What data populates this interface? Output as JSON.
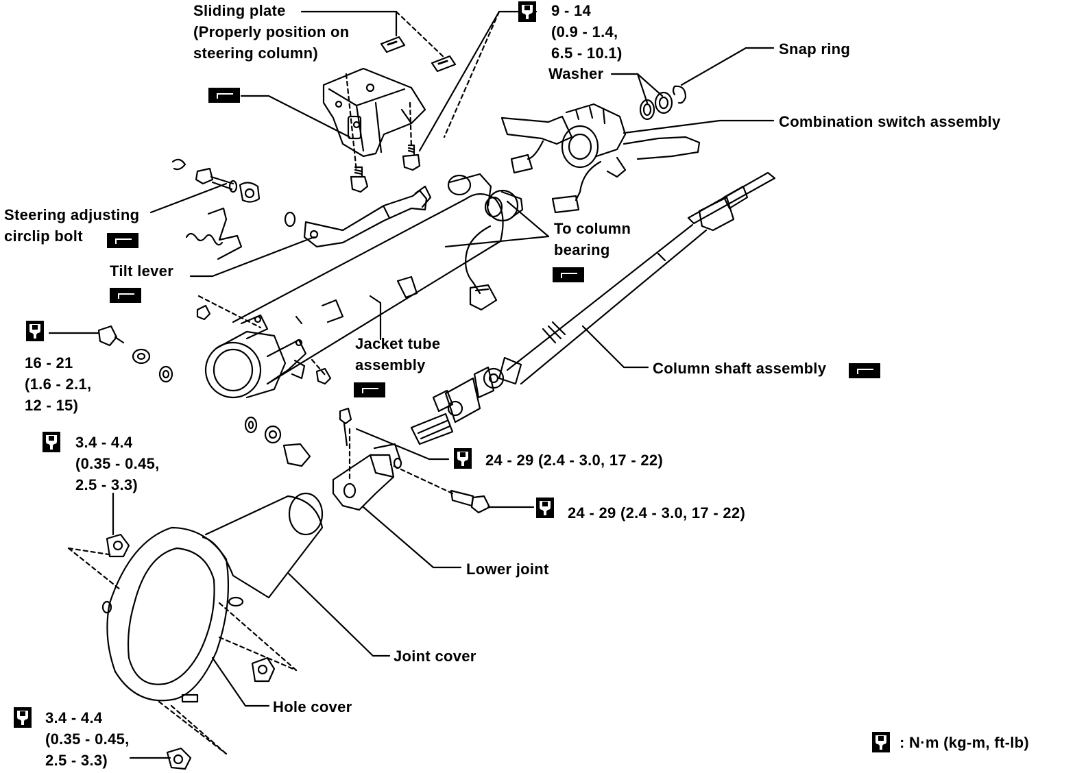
{
  "labels": {
    "sliding_plate": [
      "Sliding plate",
      "(Properly position on",
      "steering column)"
    ],
    "torque_top": [
      "9 - 14",
      "(0.9 - 1.4,",
      "6.5 - 10.1)"
    ],
    "snap_ring": "Snap ring",
    "washer": "Washer",
    "combination_switch": "Combination switch assembly",
    "steering_adjusting": [
      "Steering adjusting",
      "circlip bolt"
    ],
    "tilt_lever": "Tilt lever",
    "to_column_bearing": [
      "To column",
      "bearing"
    ],
    "jacket_tube": [
      "Jacket tube",
      "assembly"
    ],
    "torque_left": [
      "16 - 21",
      "(1.6 - 2.1,",
      "12 - 15)"
    ],
    "column_shaft": "Column shaft assembly",
    "torque_mid_left": [
      "3.4 - 4.4",
      "(0.35 - 0.45,",
      "2.5 - 3.3)"
    ],
    "torque_joint_upper": "24 - 29  (2.4 - 3.0, 17 - 22)",
    "torque_joint_lower": "24 - 29  (2.4 - 3.0, 17 - 22)",
    "lower_joint": "Lower joint",
    "joint_cover": "Joint cover",
    "hole_cover": "Hole cover",
    "torque_bottom_left": [
      "3.4 - 4.4",
      "(0.35 - 0.45,",
      "2.5 - 3.3)"
    ],
    "legend_unit": ":  N·m (kg-m, ft-lb)"
  },
  "icons": [
    "torque-wrench-icon",
    "grease-apply-icon"
  ]
}
